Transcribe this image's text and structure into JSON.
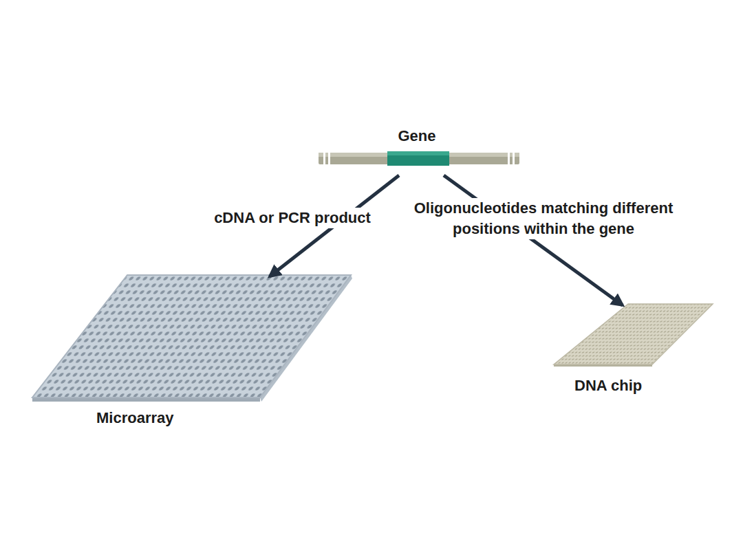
{
  "diagram": {
    "nodes": [
      {
        "text": [
          "Gene"
        ]
      },
      {
        "text": [
          "Microarray"
        ]
      },
      {
        "text": [
          "DNA chip"
        ]
      }
    ],
    "edges": [
      {
        "from": 0,
        "to": 1,
        "label": "cDNA or PCR product",
        "arrow": "to"
      },
      {
        "from": 0,
        "to": 2,
        "label": "Oligonucleotides matching different positions within the gene",
        "arrow": "to"
      }
    ]
  }
}
